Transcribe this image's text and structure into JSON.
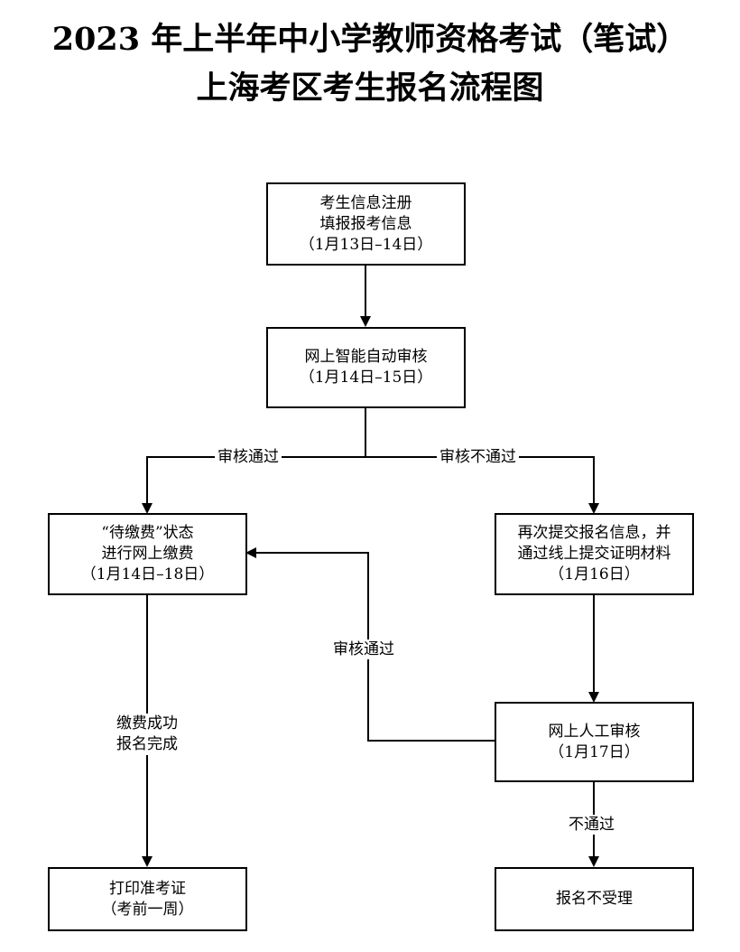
{
  "title": {
    "line1": "2023 年上半年中小学教师资格考试（笔试）",
    "line2": "上海考区考生报名流程图"
  },
  "nodes": {
    "register": {
      "lines": [
        "考生信息注册",
        "填报报考信息",
        "（1月13日–14日）"
      ]
    },
    "auto_review": {
      "lines": [
        "网上智能自动审核",
        "（1月14日–15日）"
      ]
    },
    "pay": {
      "lines": [
        "“待缴费”状态",
        "进行网上缴费",
        "（1月14日–18日）"
      ]
    },
    "resubmit": {
      "lines": [
        "再次提交报名信息，并",
        "通过线上提交证明材料",
        "（1月16日）"
      ]
    },
    "manual_review": {
      "lines": [
        "网上人工审核",
        "（1月17日）"
      ]
    },
    "print": {
      "lines": [
        "打印准考证",
        "（考前一周）"
      ]
    },
    "rejected": {
      "lines": [
        "报名不受理"
      ]
    }
  },
  "edges": {
    "pass_left": "审核通过",
    "fail_right": "审核不通过",
    "manual_pass": "审核通过",
    "pay_success": [
      "缴费成功",
      "报名完成"
    ],
    "not_pass": "不通过"
  }
}
